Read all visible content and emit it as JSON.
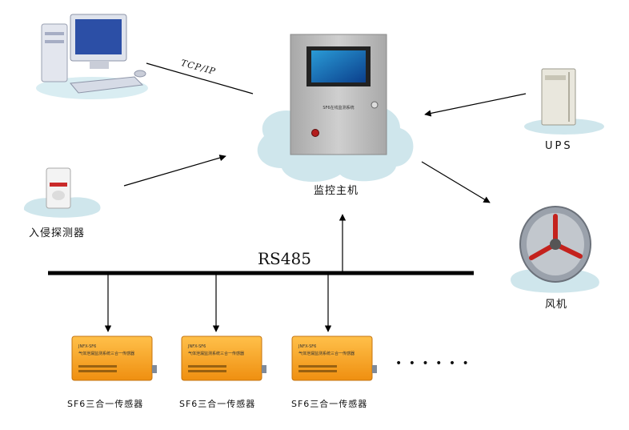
{
  "labels": {
    "tcp": "TCP/IP",
    "host": "监控主机",
    "ups": "UPS",
    "intrusion": "入侵探测器",
    "fan": "风机",
    "bus": "RS485",
    "sensor": "SF6三合一传感器",
    "ellipsis": "• • • • • •"
  },
  "cabinet": {
    "panel_title": "SF6在线监测系统"
  },
  "sensor_card": {
    "model": "JNFX-SF6",
    "desc": "气体泄漏监测系统三合一传感器"
  },
  "colors": {
    "cloud": "#cfe6ec",
    "cabinet": "#bdbdbd",
    "sensor": "#f6a623",
    "line": "#000000"
  }
}
